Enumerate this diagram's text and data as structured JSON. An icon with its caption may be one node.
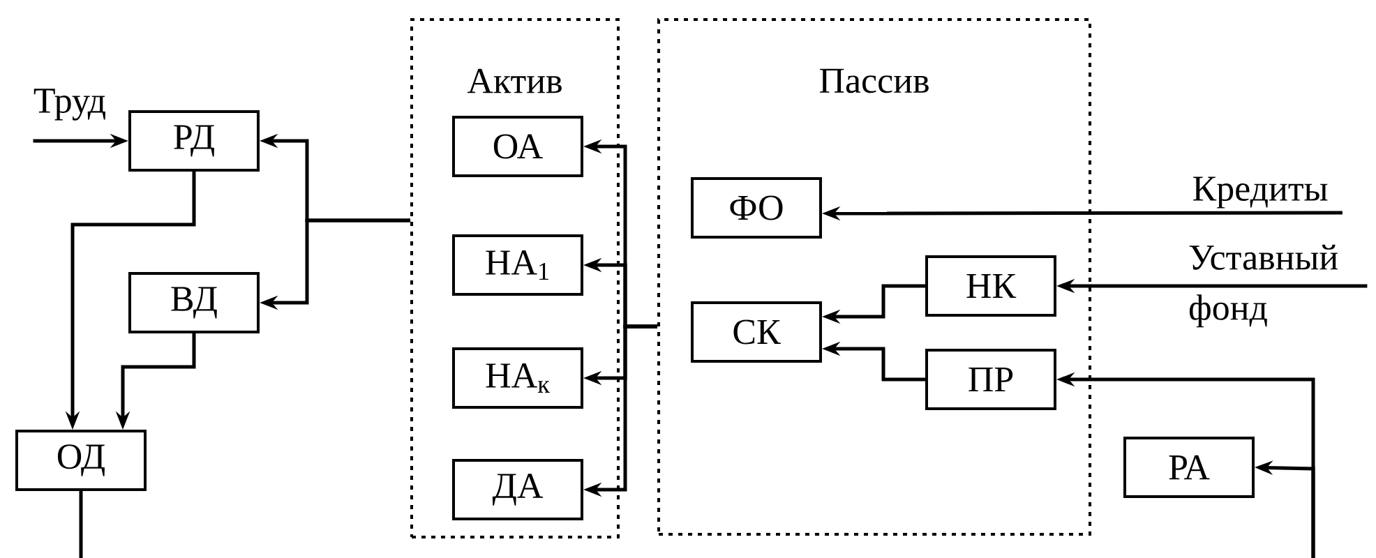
{
  "diagram": {
    "nodes": [
      {
        "text": [
          "Актив"
        ]
      },
      {
        "text": [
          "ОА"
        ],
        "in": 0
      },
      {
        "text": [
          "НА$_{1}$"
        ],
        "in": 0
      },
      {
        "text": [
          "НА$_{к}$"
        ],
        "in": 0
      },
      {
        "text": [
          "ДА"
        ],
        "in": 0
      },
      {
        "text": [
          "Пассив"
        ]
      },
      {
        "text": [
          "ФО"
        ],
        "in": 5
      },
      {
        "text": [
          "СК"
        ],
        "in": 5
      },
      {
        "text": [
          "НК"
        ],
        "in": 5
      },
      {
        "text": [
          "ПР"
        ],
        "in": 5
      },
      {
        "text": [
          "РД"
        ]
      },
      {
        "text": [
          "ВД"
        ]
      },
      {
        "text": [
          "ОД"
        ]
      },
      {
        "text": [
          "РА"
        ]
      },
      {
        "text": [
          "Труд"
        ]
      },
      {
        "text": [
          "Кредиты"
        ]
      },
      {
        "text": [
          "Уставный фонд"
        ]
      }
    ],
    "edges": [
      {
        "from": 14,
        "to": 10,
        "arrow": "to"
      },
      {
        "from": 0,
        "to": 10,
        "arrow": "to"
      },
      {
        "from": 0,
        "to": 11,
        "arrow": "to"
      },
      {
        "from": 10,
        "to": 12,
        "arrow": "to"
      },
      {
        "from": 11,
        "to": 12,
        "arrow": "to"
      },
      {
        "from": 12,
        "to": null,
        "arrow": "none"
      },
      {
        "from": 5,
        "to": 1,
        "arrow": "to"
      },
      {
        "from": 5,
        "to": 2,
        "arrow": "to"
      },
      {
        "from": 5,
        "to": 3,
        "arrow": "to"
      },
      {
        "from": 5,
        "to": 4,
        "arrow": "to"
      },
      {
        "from": 15,
        "to": 6,
        "arrow": "to"
      },
      {
        "from": 16,
        "to": 8,
        "arrow": "to"
      },
      {
        "from": 8,
        "to": 7,
        "arrow": "to"
      },
      {
        "from": 9,
        "to": 7,
        "arrow": "to"
      },
      {
        "from": null,
        "to": 9,
        "arrow": "to"
      },
      {
        "from": null,
        "to": 13,
        "arrow": "to"
      }
    ]
  }
}
